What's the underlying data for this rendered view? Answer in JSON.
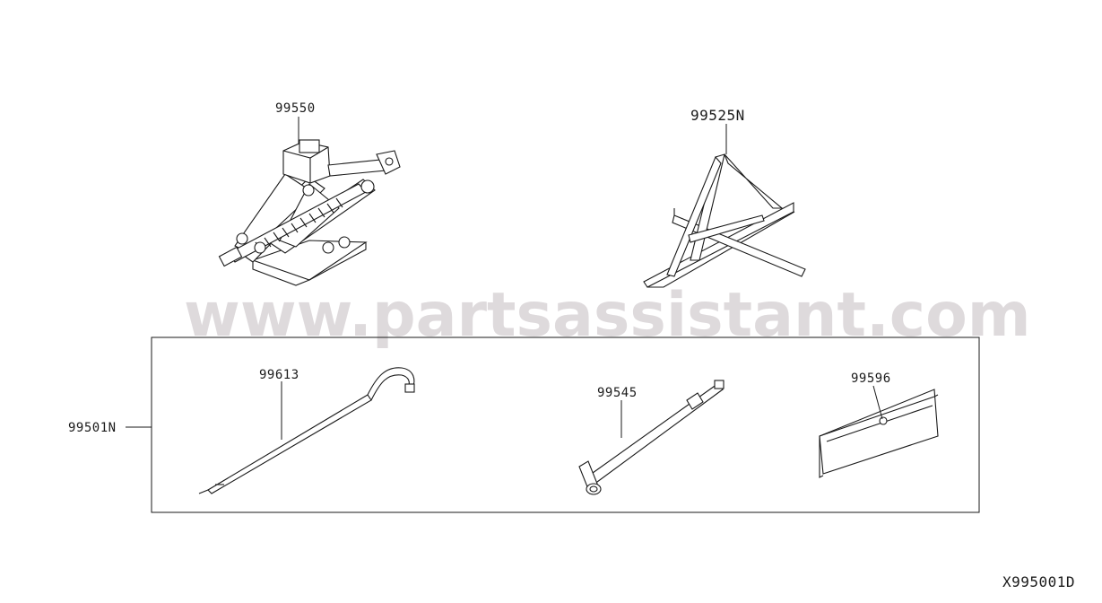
{
  "watermark": "www.partsassistant.com",
  "diagram_code": "X995001D",
  "parts": {
    "jack": "99550",
    "stand": "99525N",
    "kit": "99501N",
    "jack_handle": "99613",
    "wheel_wrench": "99545",
    "tool_bag": "99596"
  }
}
